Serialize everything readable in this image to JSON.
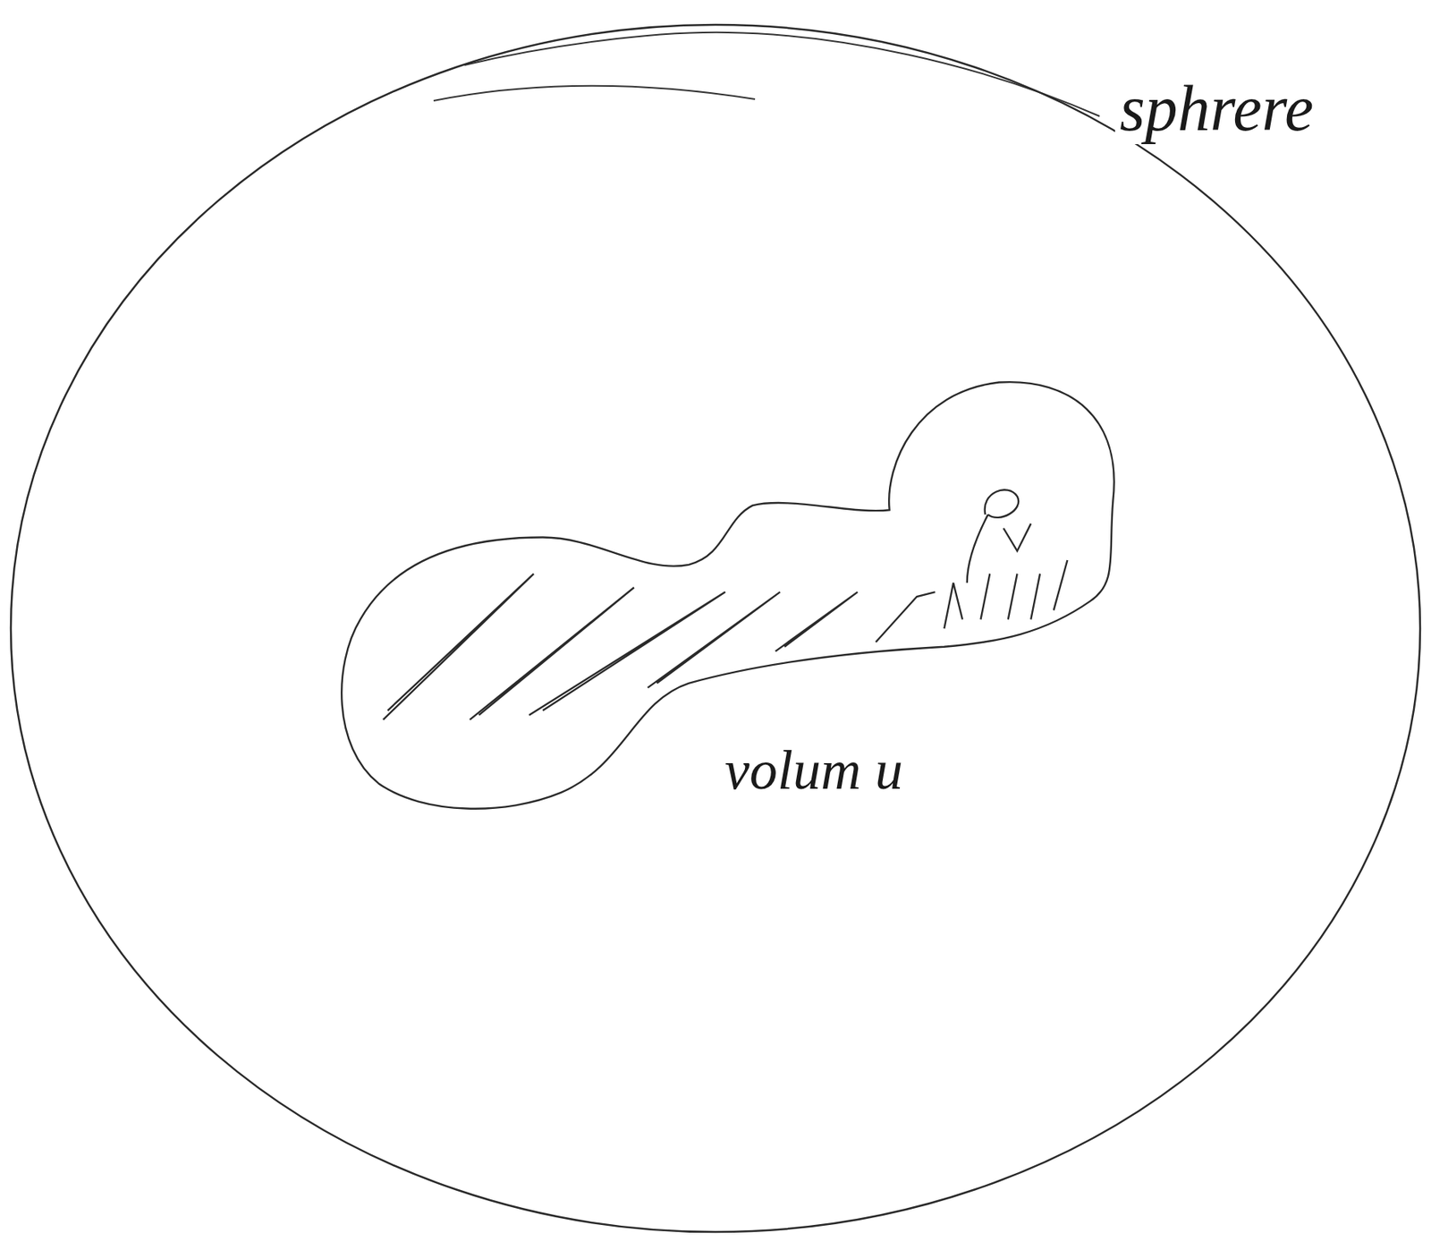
{
  "diagram": {
    "nodes": [
      {
        "text": [
          "sphrere"
        ]
      },
      {
        "text": [
          "volum u"
        ],
        "in": 0
      }
    ]
  }
}
